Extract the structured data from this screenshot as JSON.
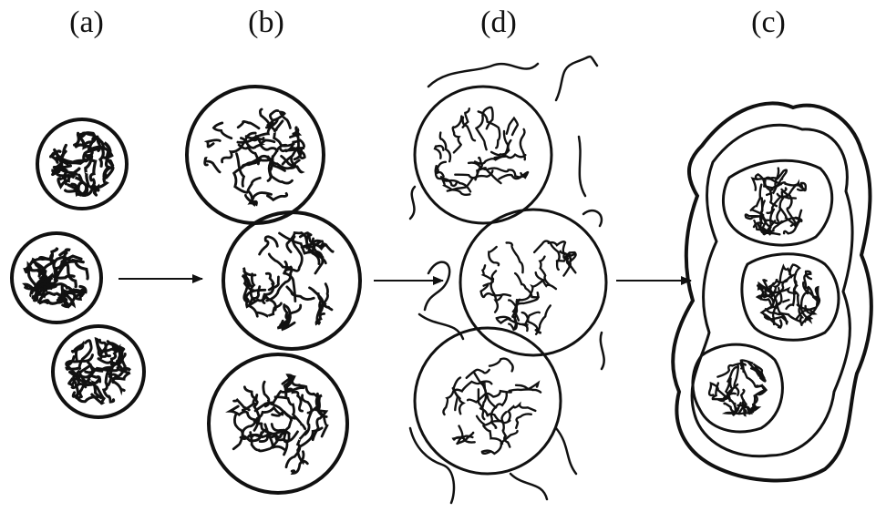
{
  "panels": [
    {
      "id": "a",
      "label": "(a)"
    },
    {
      "id": "b",
      "label": "(b)"
    },
    {
      "id": "d",
      "label": "(d)"
    },
    {
      "id": "c",
      "label": "(c)"
    }
  ],
  "colors": {
    "ink": "#111111",
    "background": "#ffffff"
  }
}
